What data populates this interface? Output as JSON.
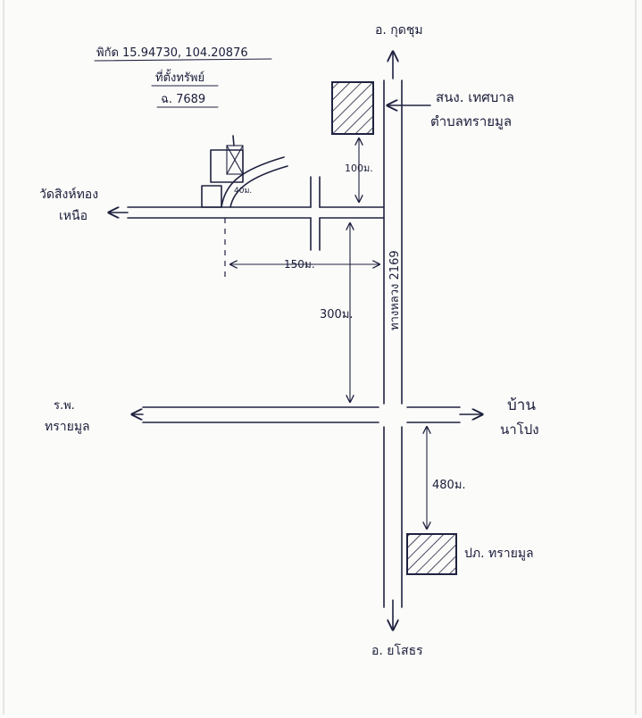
{
  "coordinates": "พิกัด 15.94730, 104.20876",
  "property_label": "ที่ตั้งทรัพย์",
  "deed_label": "ฉ. 7689",
  "top_destination": "อ. กุดชุม",
  "bottom_destination": "อ. ยโสธร",
  "road_label": "ทางหลวง 2169",
  "places": {
    "municipal_office_line1": "สนง. เทศบาล",
    "municipal_office_line2": "ตำบลทรายมูล",
    "temple_line1": "วัดสิงห์ทอง",
    "temple_line2": "เหนือ",
    "hospital_line1": "ร.พ.",
    "hospital_line2": "ทรายมูล",
    "village_line1": "บ้าน",
    "village_line2": "นาโปง",
    "police_station": "ปภ. ทรายมูล"
  },
  "distances": {
    "office_gap": "100ม.",
    "lane_width": "40ม.",
    "property_to_highway": "150ม.",
    "lane_to_junction": "300ม.",
    "junction_to_police": "480ม."
  },
  "colors": {
    "ink": "#1f2240",
    "paper": "#fbfbf9"
  }
}
